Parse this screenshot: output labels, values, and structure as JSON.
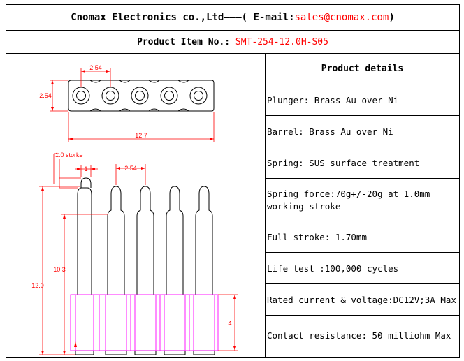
{
  "header": {
    "company": "Cnomax Electronics co.,Ltd———( E-mail: ",
    "email": "sales@cnomax.com",
    "close": ")"
  },
  "item": {
    "label": "Product Item No.:",
    "number": "SMT-254-12.0H-S05"
  },
  "drawing": {
    "dim_pitch_top": "2.54",
    "dim_height": "2.54",
    "dim_length": "12.7",
    "dim_stroke": "1.0 storke",
    "dim_tip": "1",
    "dim_pitch_side": "2.54",
    "dim_10_3": "10.3",
    "dim_12_0": "12.0",
    "dim_4": "4"
  },
  "details": {
    "title": "Product details",
    "rows": [
      "Plunger: Brass Au over Ni",
      "Barrel: Brass Au over Ni",
      "Spring: SUS surface treatment",
      "Spring force:70g+/-20g at 1.0mm working stroke",
      "Full stroke: 1.70mm",
      "Life test :100,000 cycles",
      "Rated current & voltage:DC12V;3A Max",
      "Contact resistance: 50 milliohm Max"
    ]
  }
}
